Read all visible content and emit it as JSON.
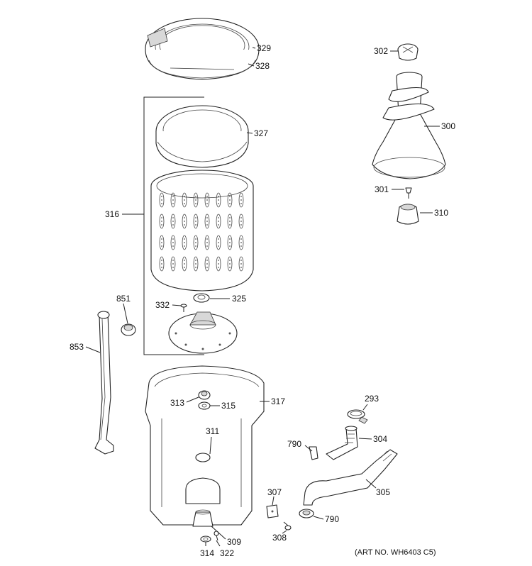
{
  "art_number": "(ART NO. WH6403 C5)",
  "labels": {
    "329": "329",
    "328": "328",
    "327": "327",
    "316": "316",
    "325": "325",
    "332": "332",
    "851": "851",
    "853": "853",
    "313": "313",
    "315": "315",
    "317": "317",
    "311": "311",
    "309": "309",
    "314": "314",
    "322": "322",
    "302": "302",
    "300": "300",
    "301": "301",
    "310": "310",
    "293": "293",
    "790a": "790",
    "304": "304",
    "305": "305",
    "307": "307",
    "308": "308",
    "790b": "790"
  }
}
